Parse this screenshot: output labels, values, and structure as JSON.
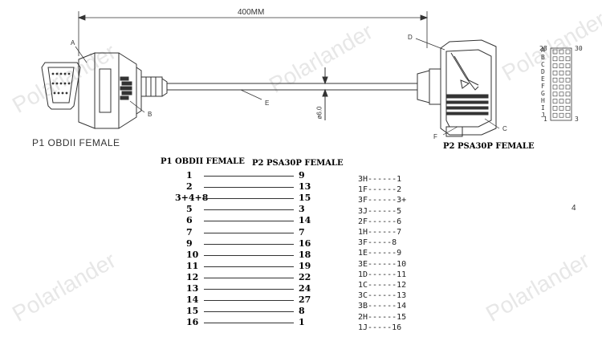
{
  "dimension": "400MM",
  "side_letters": [
    "A",
    "B",
    "C",
    "D",
    "E",
    "F",
    "G",
    "H",
    "I",
    "J"
  ],
  "pin_numbers": {
    "top_left": "28",
    "top_right": "30",
    "bottom_left": "1",
    "bottom_right": "3"
  },
  "part_labels": {
    "A": "A",
    "B": "B",
    "C": "C",
    "D": "D",
    "E": "E",
    "F": "F"
  },
  "diameter": "ø6.0",
  "p1_title": "P1 OBDII FEMALE",
  "p2_title": "P2 PSA30P FEMALE",
  "table": {
    "header_left": "P1 OBDII FEMALE",
    "header_right": "P2 PSA30P FEMALE",
    "rows": [
      {
        "p1": "1",
        "p2": "9"
      },
      {
        "p1": "2",
        "p2": "13"
      },
      {
        "p1": "3+4+8",
        "p2": "15"
      },
      {
        "p1": "5",
        "p2": "3"
      },
      {
        "p1": "6",
        "p2": "14"
      },
      {
        "p1": "7",
        "p2": "7"
      },
      {
        "p1": "9",
        "p2": "16"
      },
      {
        "p1": "10",
        "p2": "18"
      },
      {
        "p1": "11",
        "p2": "19"
      },
      {
        "p1": "12",
        "p2": "22"
      },
      {
        "p1": "13",
        "p2": "24"
      },
      {
        "p1": "14",
        "p2": "27"
      },
      {
        "p1": "15",
        "p2": "8"
      },
      {
        "p1": "16",
        "p2": "1"
      }
    ]
  },
  "mapping": [
    "3H------1",
    "1F------2",
    "3F------3+",
    "3J------5",
    "2F------6",
    "1H------7",
    "3F-----8",
    "1E------9",
    "3E------10",
    "1D------11",
    "1C------12",
    "3C------13",
    "3B------14",
    "2H------15",
    "1J-----16"
  ],
  "side_note": "4",
  "watermark": "Polarlander"
}
